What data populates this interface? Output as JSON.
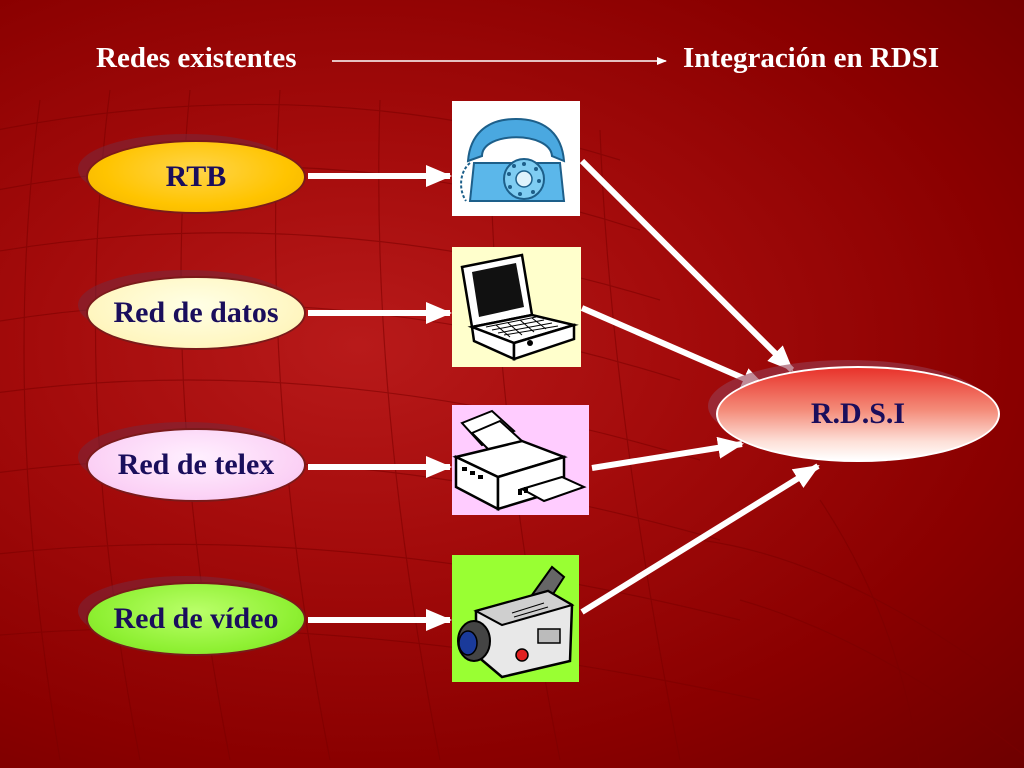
{
  "header": {
    "left_label": "Redes existentes",
    "right_label": "Integración en RDSI"
  },
  "networks": [
    {
      "label": "RTB",
      "color": "#ffc400",
      "device_icon": "telephone-icon"
    },
    {
      "label": "Red de datos",
      "color": "#fff6c0",
      "device_icon": "computer-icon"
    },
    {
      "label": "Red de telex",
      "color": "#fbd0f5",
      "device_icon": "printer-icon"
    },
    {
      "label": "Red de vídeo",
      "color": "#8ef032",
      "device_icon": "video-camera-icon"
    }
  ],
  "target": {
    "label": "R.D.S.I"
  },
  "colors": {
    "background": "#a30b0b",
    "arrow": "#ffffff",
    "text": "#1a0e5c"
  }
}
